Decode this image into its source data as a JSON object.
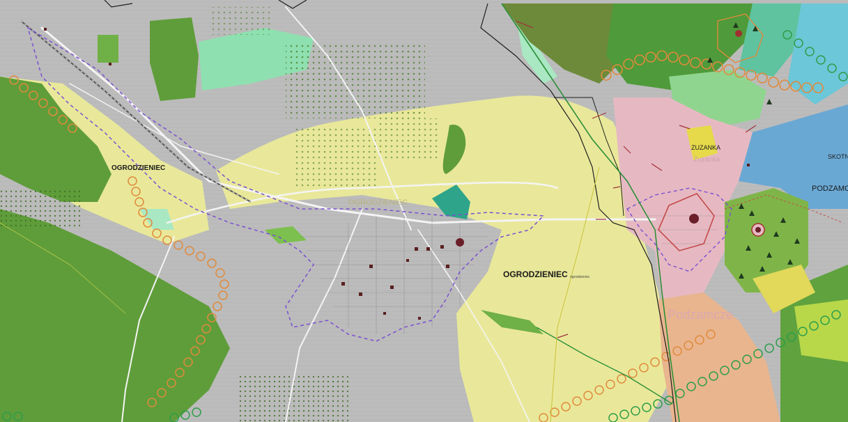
{
  "map": {
    "labels": {
      "ogrodzieniec_nw": "OGRODZIENIEC",
      "ogrodzieniec_center": "OGRODZIENIEC",
      "ogrodzieniec_faded": "OGRODZIENIEC",
      "zuzanka": "ZUZANKA",
      "zuzanka_faded": "Zuzanka",
      "skotnica": "SKOTNI",
      "podzamcze": "PODZAMCZE",
      "podzamcze_big": "Podzamcze",
      "small_center": "ogrodzieniec"
    },
    "colors": {
      "urban_gray": "#bcbcbc",
      "yellow_zone": "#e9e89a",
      "forest_green": "#5f9d3a",
      "light_green": "#8fcf5e",
      "mint": "#8fe0b0",
      "teal": "#2ea58a",
      "blue": "#6aa8d4",
      "pink": "#e6b9c2",
      "salmon": "#e9b58e",
      "orange_ring": "#e08a3c",
      "red_line": "#c44a4a",
      "purple_dash": "#7a4fd0",
      "brown_road": "#8a6a3a"
    }
  }
}
